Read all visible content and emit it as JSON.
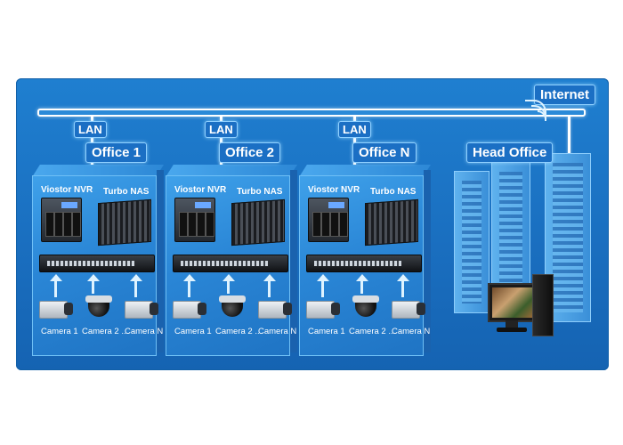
{
  "internet_label": "Internet",
  "head_office_label": "Head Office",
  "offices": [
    {
      "name": "Office 1",
      "lan": "LAN",
      "nvr": "Viostor NVR",
      "nas": "Turbo NAS",
      "cameras": [
        "Camera 1",
        "Camera 2 ...",
        "Camera N"
      ]
    },
    {
      "name": "Office 2",
      "lan": "LAN",
      "nvr": "Viostor NVR",
      "nas": "Turbo NAS",
      "cameras": [
        "Camera 1",
        "Camera 2 ...",
        "Camera N"
      ]
    },
    {
      "name": "Office N",
      "lan": "LAN",
      "nvr": "Viostor NVR",
      "nas": "Turbo NAS",
      "cameras": [
        "Camera 1",
        "Camera 2 ...",
        "Camera N"
      ]
    }
  ],
  "colors": {
    "background": "#1a6fc0",
    "link": "#ffffff",
    "label_glow": "#8fd0ff"
  },
  "icons": [
    "nvr-icon",
    "nas-icon",
    "switch-icon",
    "box-camera-icon",
    "dome-camera-icon",
    "server-rack-icon",
    "workstation-icon"
  ]
}
